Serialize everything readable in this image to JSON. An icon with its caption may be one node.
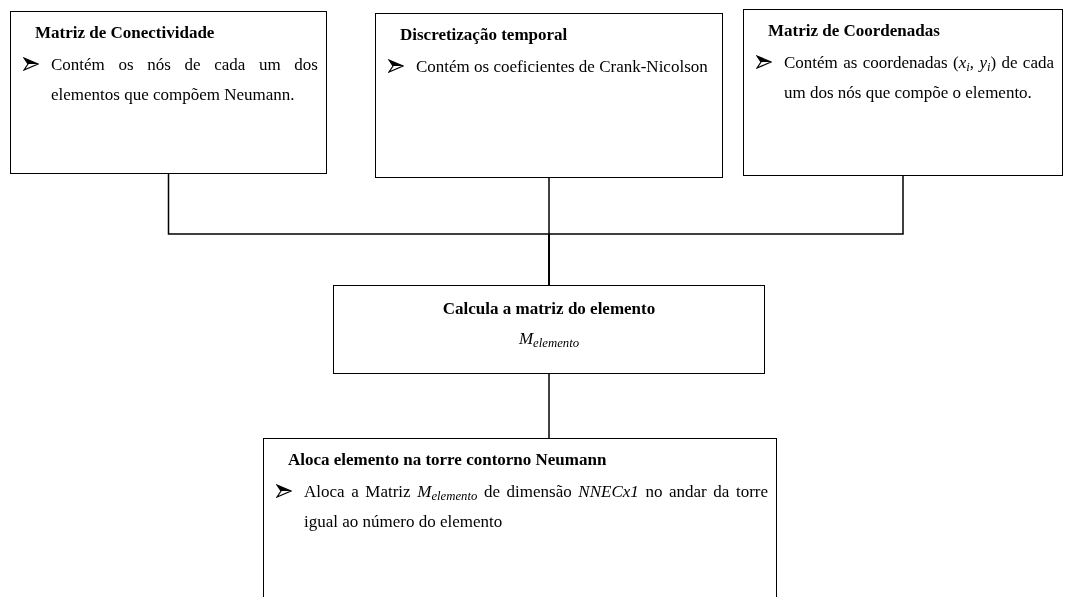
{
  "diagram": {
    "nodes": [
      {
        "text": [
          "Matriz de Conectividade",
          "Contém os nós de cada um dos elementos que compõem Neumann."
        ]
      },
      {
        "text": [
          "Discretização temporal",
          "Contém os coeficientes de Crank-Nicolson"
        ]
      },
      {
        "text": [
          "Matriz de Coordenadas",
          "Contém as coordenadas (*x*$_{i}$, *y*$_{i}$) de cada um dos nós que compõe o elemento."
        ]
      },
      {
        "text": [
          "Calcula a matriz do elemento",
          "*M*$_{elemento}$"
        ]
      },
      {
        "text": [
          "Aloca elemento na torre contorno Neumann",
          "Aloca a Matriz *M*$_{elemento}$ de dimensão *NNECx1* no andar da torre igual  ao número do elemento"
        ]
      }
    ],
    "edges": [
      {
        "from": 0,
        "to": 3,
        "arrow": "none"
      },
      {
        "from": 1,
        "to": 3,
        "arrow": "none"
      },
      {
        "from": 2,
        "to": 3,
        "arrow": "none"
      },
      {
        "from": 3,
        "to": 4,
        "arrow": "none"
      }
    ]
  }
}
